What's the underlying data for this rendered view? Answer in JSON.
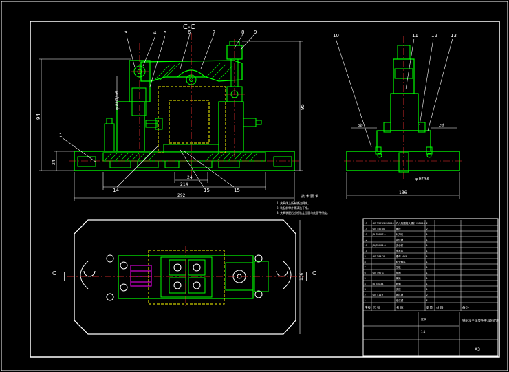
{
  "drawing": {
    "section_title": "C-C",
    "sheet_size": "A3",
    "title_text": "铣削法兰体零件夹具装配图",
    "part_labels_front": [
      "3",
      "4",
      "5",
      "6",
      "7",
      "8",
      "9",
      "1",
      "14",
      "15",
      "15"
    ],
    "part_labels_side": [
      "10",
      "11",
      "12",
      "13"
    ],
    "dims_front": [
      "94",
      "24",
      "φ 8H7/n6",
      "214",
      "292",
      "24",
      "95"
    ],
    "dims_side": [
      "136",
      "3处",
      "2处",
      "φ H7/h6"
    ],
    "tech_requirements_title": "技 术 要 求",
    "tech_requirements": [
      "1. 夹具体上所有棱边倒钝。",
      "2. 装配前零件需清洗干净。",
      "3. 夹具装配后应检验定位面与底面平行度。"
    ],
    "plan_view_labels": [
      "C",
      "C",
      "136"
    ],
    "colors": {
      "background": "#000000",
      "frame": "#ffffff",
      "part": "#00ff00",
      "centerline": "#ff3333",
      "hidden": "#ffff00",
      "magenta": "#ff00ff",
      "cyan": "#00ffff"
    }
  },
  "bom": {
    "header": [
      "序号",
      "代 号",
      "名 称",
      "数量",
      "材 料",
      "备 注"
    ],
    "rows": [
      [
        "15",
        "GB T5783 M8X20",
        "内六角圆柱头螺钉 M8X20",
        "2",
        "",
        ""
      ],
      [
        "14",
        "GB T5780",
        "螺栓",
        "2",
        "",
        ""
      ],
      [
        "13",
        "JB T8007.1",
        "对刀块",
        "1",
        "",
        ""
      ],
      [
        "12",
        "",
        "定位销",
        "1",
        "",
        ""
      ],
      [
        "11",
        "JB/T8004.1",
        "支承钉",
        "1",
        "",
        ""
      ],
      [
        "10",
        "",
        "夹具体",
        "1",
        "",
        ""
      ],
      [
        "9",
        "GB T6170",
        "螺母 M12",
        "1",
        "",
        ""
      ],
      [
        "8",
        "",
        "双头螺柱",
        "1",
        "",
        ""
      ],
      [
        "7",
        "",
        "压板",
        "1",
        "",
        ""
      ],
      [
        "6",
        "GB T97.1",
        "垫圈",
        "1",
        "",
        ""
      ],
      [
        "5",
        "",
        "弹簧",
        "1",
        "",
        ""
      ],
      [
        "4",
        "JB T8034",
        "转轴",
        "1",
        "",
        ""
      ],
      [
        "3",
        "",
        "支座",
        "1",
        "",
        ""
      ],
      [
        "2",
        "GB T119",
        "圆柱销",
        "2",
        "",
        ""
      ],
      [
        "1",
        "",
        "定位键",
        "2",
        "",
        ""
      ]
    ],
    "title_block": {
      "name": "铣削法兰体零件夹具装配图",
      "scale_label": "比例",
      "scale": "1:1",
      "sheet": "A3"
    }
  }
}
